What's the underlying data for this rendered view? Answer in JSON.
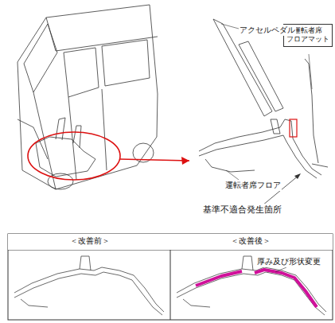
{
  "diagram": {
    "nodes": [
      {
        "text": [
          "運転者席 フロアマット"
        ]
      },
      {
        "text": [
          "＜改善前＞"
        ]
      },
      {
        "text": [
          "＜改善後＞"
        ]
      }
    ],
    "labels": [
      "アクセルペダル",
      "運転者席フロア",
      "基準不適合発生箇所",
      "厚み及び形状変更"
    ]
  }
}
